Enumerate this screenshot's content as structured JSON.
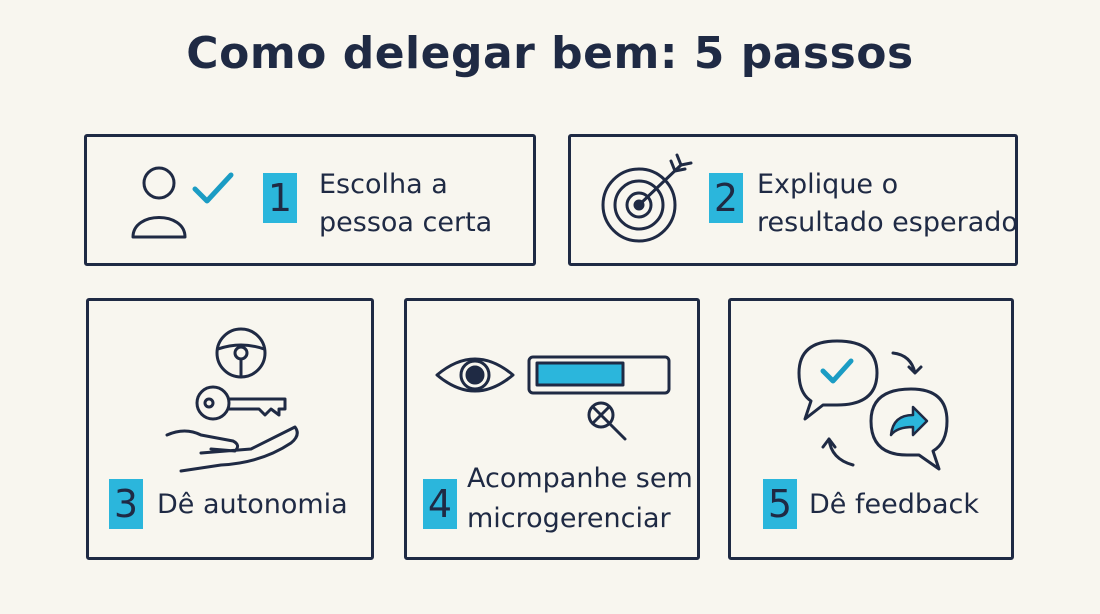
{
  "title": "Como delegar bem: 5 passos",
  "colors": {
    "ink": "#1f2a44",
    "accent": "#2bb6dc",
    "background": "#f8f6ef"
  },
  "steps": [
    {
      "number": "1",
      "lines": [
        "Escolha a",
        "pessoa certa"
      ],
      "icon": "person-check-icon"
    },
    {
      "number": "2",
      "lines": [
        "Explique o",
        "resultado esperado"
      ],
      "icon": "target-arrow-icon"
    },
    {
      "number": "3",
      "lines": [
        "Dê autonomia"
      ],
      "icon": "hand-key-wheel-icon"
    },
    {
      "number": "4",
      "lines": [
        "Acompanhe sem",
        "microgerenciar"
      ],
      "icon": "eye-progress-icon"
    },
    {
      "number": "5",
      "lines": [
        "Dê feedback"
      ],
      "icon": "feedback-bubbles-icon"
    }
  ]
}
